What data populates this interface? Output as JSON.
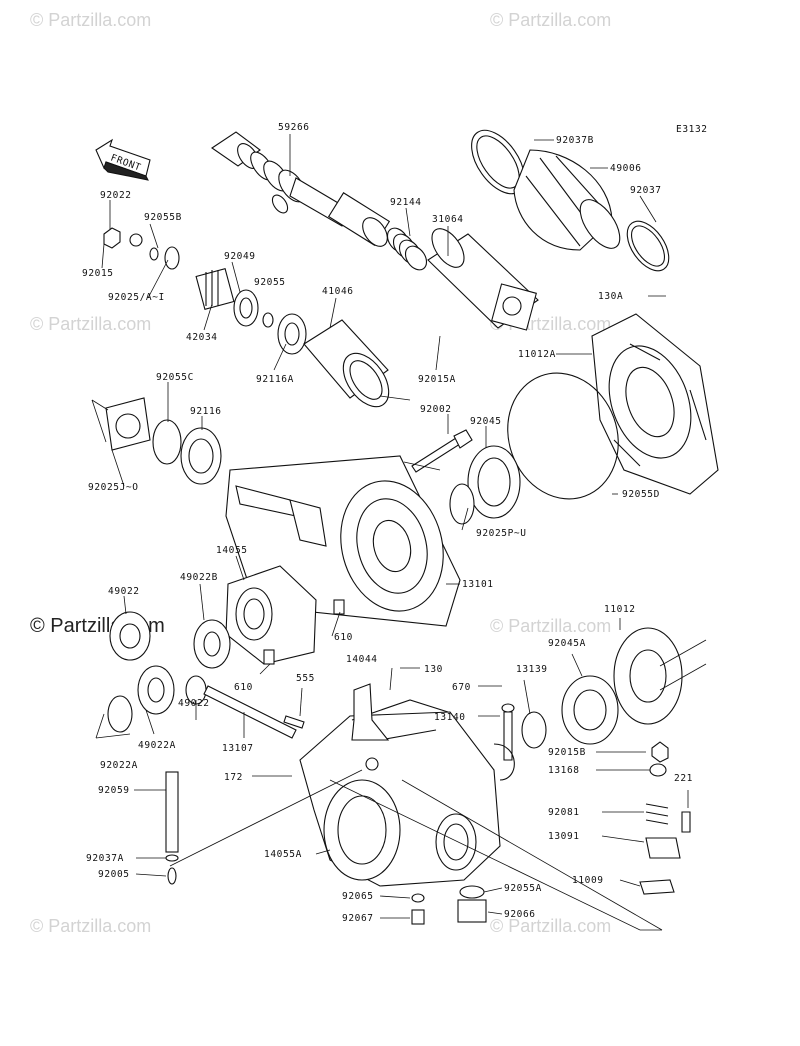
{
  "watermark": {
    "text": "© Partzilla.com",
    "strong_text": "© Partzilla.com"
  },
  "diagram_code": "E3132",
  "front_label": "FRONT",
  "parts": [
    "59266",
    "92037B",
    "49006",
    "92037",
    "92022",
    "92055B",
    "92015",
    "92025/A~I",
    "92049",
    "92055",
    "92144",
    "31064",
    "42034",
    "41046",
    "130A",
    "11012A",
    "92116A",
    "92015A",
    "92055C",
    "92116",
    "92002",
    "92045",
    "92025J~O",
    "92055D",
    "92025P~U",
    "14055",
    "13101",
    "49022",
    "49022B",
    "610",
    "610",
    "11012",
    "92045A",
    "14044",
    "130",
    "555",
    "13139",
    "670",
    "13140",
    "49022",
    "92022A",
    "49022A",
    "13107",
    "92015B",
    "13168",
    "221",
    "172",
    "92059",
    "92081",
    "13091",
    "92037A",
    "14055A",
    "92005",
    "11009",
    "92065",
    "92055A",
    "92067",
    "92066"
  ]
}
